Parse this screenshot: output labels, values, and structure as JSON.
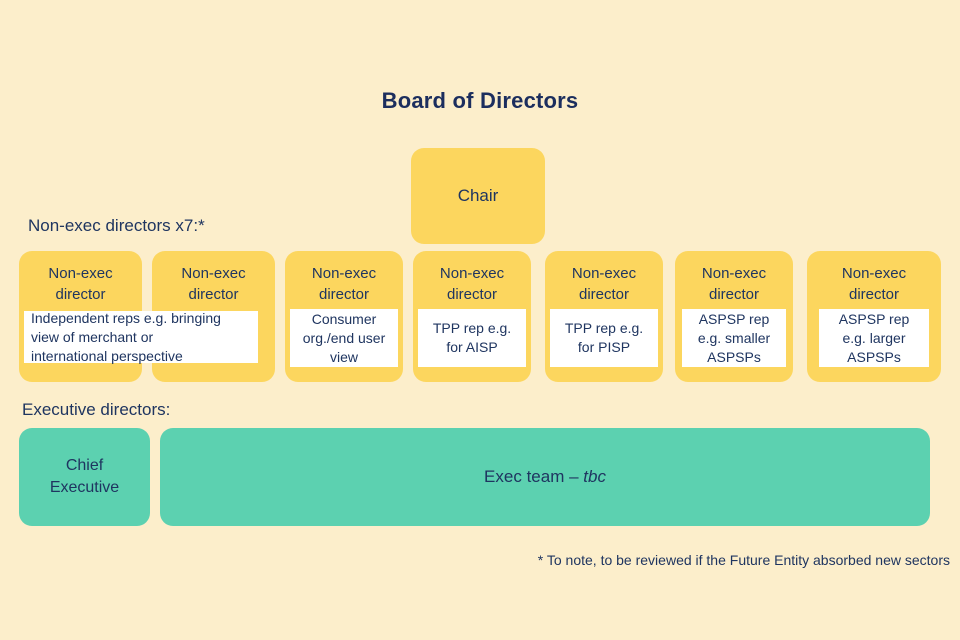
{
  "diagram": {
    "title": "Board of Directors",
    "background_color": "#fceecb",
    "accent_yellow": "#fcd65e",
    "accent_teal": "#5cd1b0",
    "text_color": "#1f3560"
  },
  "chair": {
    "label": "Chair"
  },
  "nonexec": {
    "section_label": "Non-exec directors x7:*",
    "boxes": [
      {
        "title_line1": "Non-exec",
        "title_line2": "director"
      },
      {
        "title_line1": "Non-exec",
        "title_line2": "director"
      },
      {
        "title_line1": "Non-exec",
        "title_line2": "director"
      },
      {
        "title_line1": "Non-exec",
        "title_line2": "director"
      },
      {
        "title_line1": "Non-exec",
        "title_line2": "director"
      },
      {
        "title_line1": "Non-exec",
        "title_line2": "director"
      },
      {
        "title_line1": "Non-exec",
        "title_line2": "director"
      }
    ],
    "notes": {
      "independent": {
        "line1": "Independent  reps e.g. bringing",
        "line2": "view  of merchant or",
        "line3": "international  perspective"
      },
      "consumer": {
        "line1": "Consumer",
        "line2": "org./end user",
        "line3": "view"
      },
      "tpp_aisp": {
        "line1": "TPP  rep e.g.",
        "line2": "for AISP"
      },
      "tpp_pisp": {
        "line1": "TPP  rep e.g.",
        "line2": "for PISP"
      },
      "aspsp_smaller": {
        "line1": "ASPSP rep",
        "line2": "e.g. smaller",
        "line3": "ASPSPs"
      },
      "aspsp_larger": {
        "line1": "ASPSP rep",
        "line2": "e.g. larger",
        "line3": "ASPSPs"
      }
    }
  },
  "exec": {
    "section_label": "Executive directors:",
    "ceo_line1": "Chief",
    "ceo_line2": "Executive",
    "team_prefix": "Exec team – ",
    "team_italic": "tbc"
  },
  "footnote": {
    "text": "* To note, to be reviewed  if the  Future Entity absorbed  new sectors"
  }
}
